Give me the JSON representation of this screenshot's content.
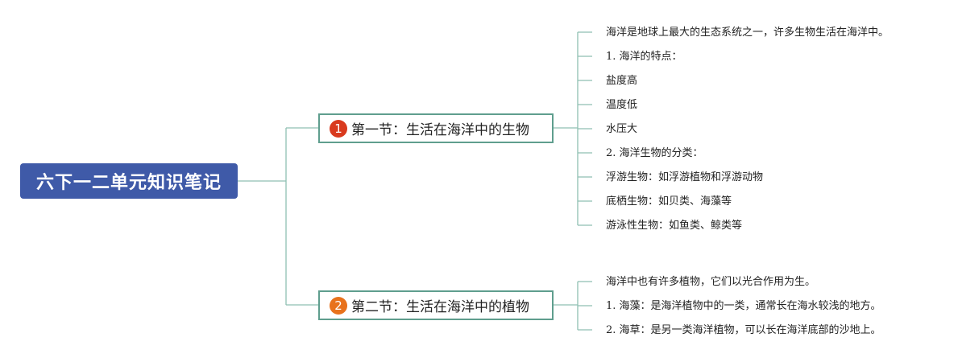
{
  "root": {
    "title": "六下一二单元知识笔记"
  },
  "colors": {
    "root": "#3f5aa8",
    "section_border": "#5f9e8e",
    "line": "#8fbfb2",
    "badge1": "#d93a1e",
    "badge2": "#e8721c"
  },
  "sections": [
    {
      "badge": "1",
      "title": "第一节：生活在海洋中的生物",
      "items": [
        "海洋是地球上最大的生态系统之一，许多生物生活在海洋中。",
        "1. 海洋的特点：",
        "盐度高",
        "温度低",
        "水压大",
        "2. 海洋生物的分类：",
        "浮游生物：如浮游植物和浮游动物",
        "底栖生物：如贝类、海藻等",
        "游泳性生物：如鱼类、鲸类等"
      ]
    },
    {
      "badge": "2",
      "title": "第二节：生活在海洋中的植物",
      "items": [
        "海洋中也有许多植物，它们以光合作用为生。",
        "1. 海藻：是海洋植物中的一类，通常长在海水较浅的地方。",
        "2. 海草：是另一类海洋植物，可以长在海洋底部的沙地上。"
      ]
    }
  ]
}
